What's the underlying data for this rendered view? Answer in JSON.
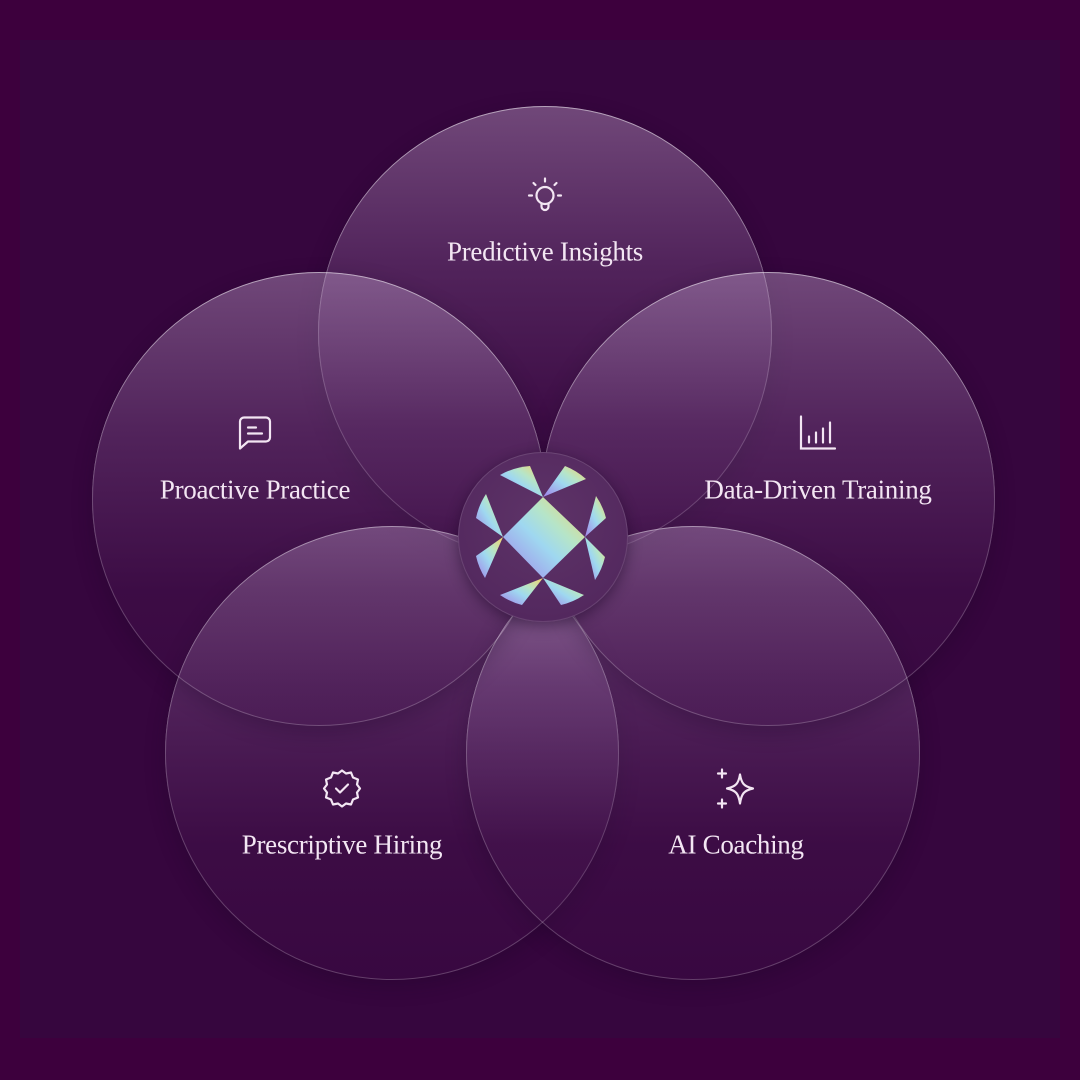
{
  "diagram": {
    "type": "five-circle overlapping petal diagram",
    "center": {
      "icon": "prismatic-diamond-logo-icon"
    },
    "colors": {
      "outer_border": "#3d003d",
      "background": "#36063e",
      "circle_fill_top": "#6e4a78",
      "circle_fill_bottom": "#3e1048",
      "label_text": "#f3e6f3",
      "logo_gradient": [
        "#f5d26a",
        "#b6e5c8",
        "#9fd8f0",
        "#a080e8"
      ]
    },
    "nodes": [
      {
        "id": "top",
        "label": "Predictive Insights",
        "icon": "lightbulb-icon"
      },
      {
        "id": "left",
        "label": "Proactive Practice",
        "icon": "chat-bubble-icon"
      },
      {
        "id": "right",
        "label": "Data-Driven Training",
        "icon": "bar-chart-icon"
      },
      {
        "id": "bottom-left",
        "label": "Prescriptive Hiring",
        "icon": "verified-badge-icon"
      },
      {
        "id": "bottom-right",
        "label": "AI Coaching",
        "icon": "sparkles-icon"
      }
    ]
  }
}
